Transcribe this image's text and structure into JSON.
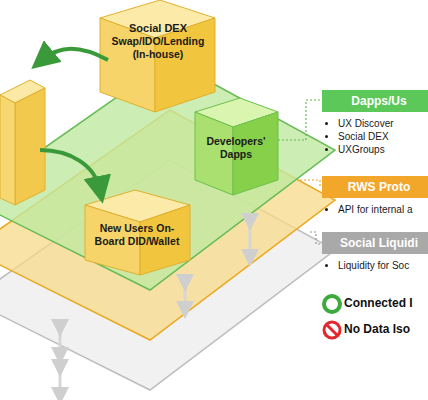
{
  "diagram": {
    "nodes": [
      {
        "text": [
          "Social DEX",
          "Swap/IDO/Lending (In-house)"
        ]
      },
      {
        "text": [
          "Developers' Dapps"
        ]
      },
      {
        "text": [
          "New Users On-Board DID/Wallet"
        ]
      },
      {
        "text": [
          "Dapps/Us",
          "UX Discover",
          "Social DEX",
          "UXGroups"
        ]
      },
      {
        "text": [
          "RWS Proto",
          "API for internal a"
        ]
      },
      {
        "text": [
          "Social Liquidi",
          "Liquidity for Soc"
        ]
      }
    ],
    "legend": [
      {
        "text": "Connected I"
      },
      {
        "text": "No Data Iso"
      }
    ]
  }
}
